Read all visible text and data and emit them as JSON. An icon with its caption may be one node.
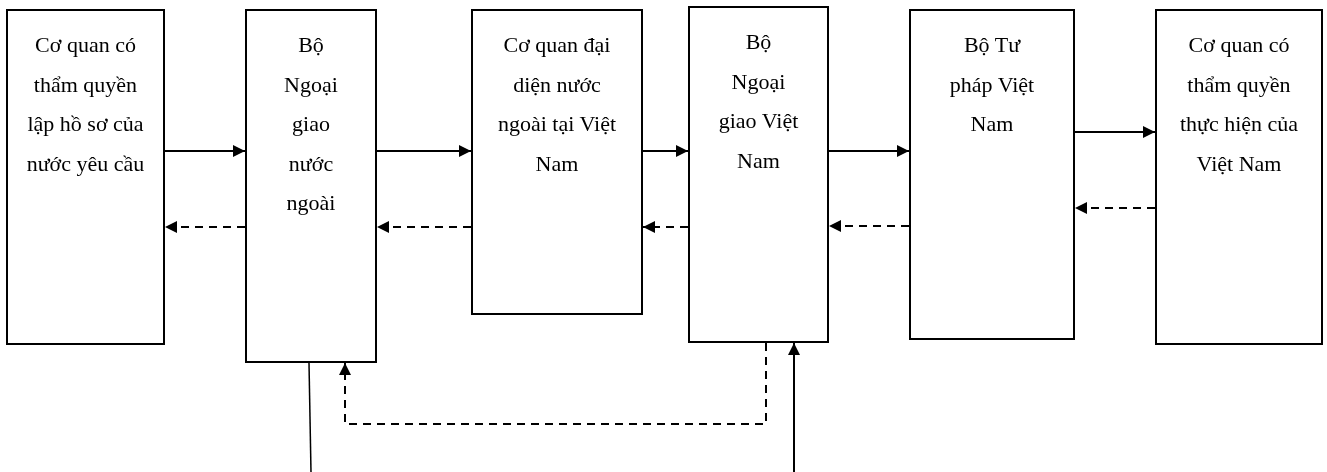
{
  "diagram": {
    "nodes": [
      {
        "text": [
          "Cơ quan có thẩm quyền lập hồ sơ của nước yêu cầu"
        ]
      },
      {
        "text": [
          "Bộ Ngoại giao nước ngoài"
        ]
      },
      {
        "text": [
          "Cơ quan đại diện nước ngoài tại Việt Nam"
        ]
      },
      {
        "text": [
          "Bộ Ngoại giao Việt Nam"
        ]
      },
      {
        "text": [
          "Bộ Tư pháp Việt Nam"
        ]
      },
      {
        "text": [
          "Cơ quan có thẩm quyền thực hiện của Việt Nam"
        ]
      }
    ],
    "edges": [
      {
        "from": 0,
        "to": 1,
        "arrow": "to"
      },
      {
        "from": 1,
        "to": 0,
        "arrow": "to",
        "style": "dashed"
      },
      {
        "from": 1,
        "to": 2,
        "arrow": "to"
      },
      {
        "from": 2,
        "to": 1,
        "arrow": "to",
        "style": "dashed"
      },
      {
        "from": 2,
        "to": 3,
        "arrow": "to"
      },
      {
        "from": 3,
        "to": 2,
        "arrow": "to",
        "style": "dashed"
      },
      {
        "from": 3,
        "to": 4,
        "arrow": "to"
      },
      {
        "from": 4,
        "to": 3,
        "arrow": "to",
        "style": "dashed"
      },
      {
        "from": 4,
        "to": 5,
        "arrow": "to"
      },
      {
        "from": 5,
        "to": 4,
        "arrow": "to",
        "style": "dashed"
      },
      {
        "from": 3,
        "to": 1,
        "arrow": "to",
        "style": "dashed"
      },
      {
        "from": 1,
        "to": null,
        "arrow": "none"
      },
      {
        "from": null,
        "to": 3,
        "arrow": "to"
      }
    ]
  }
}
